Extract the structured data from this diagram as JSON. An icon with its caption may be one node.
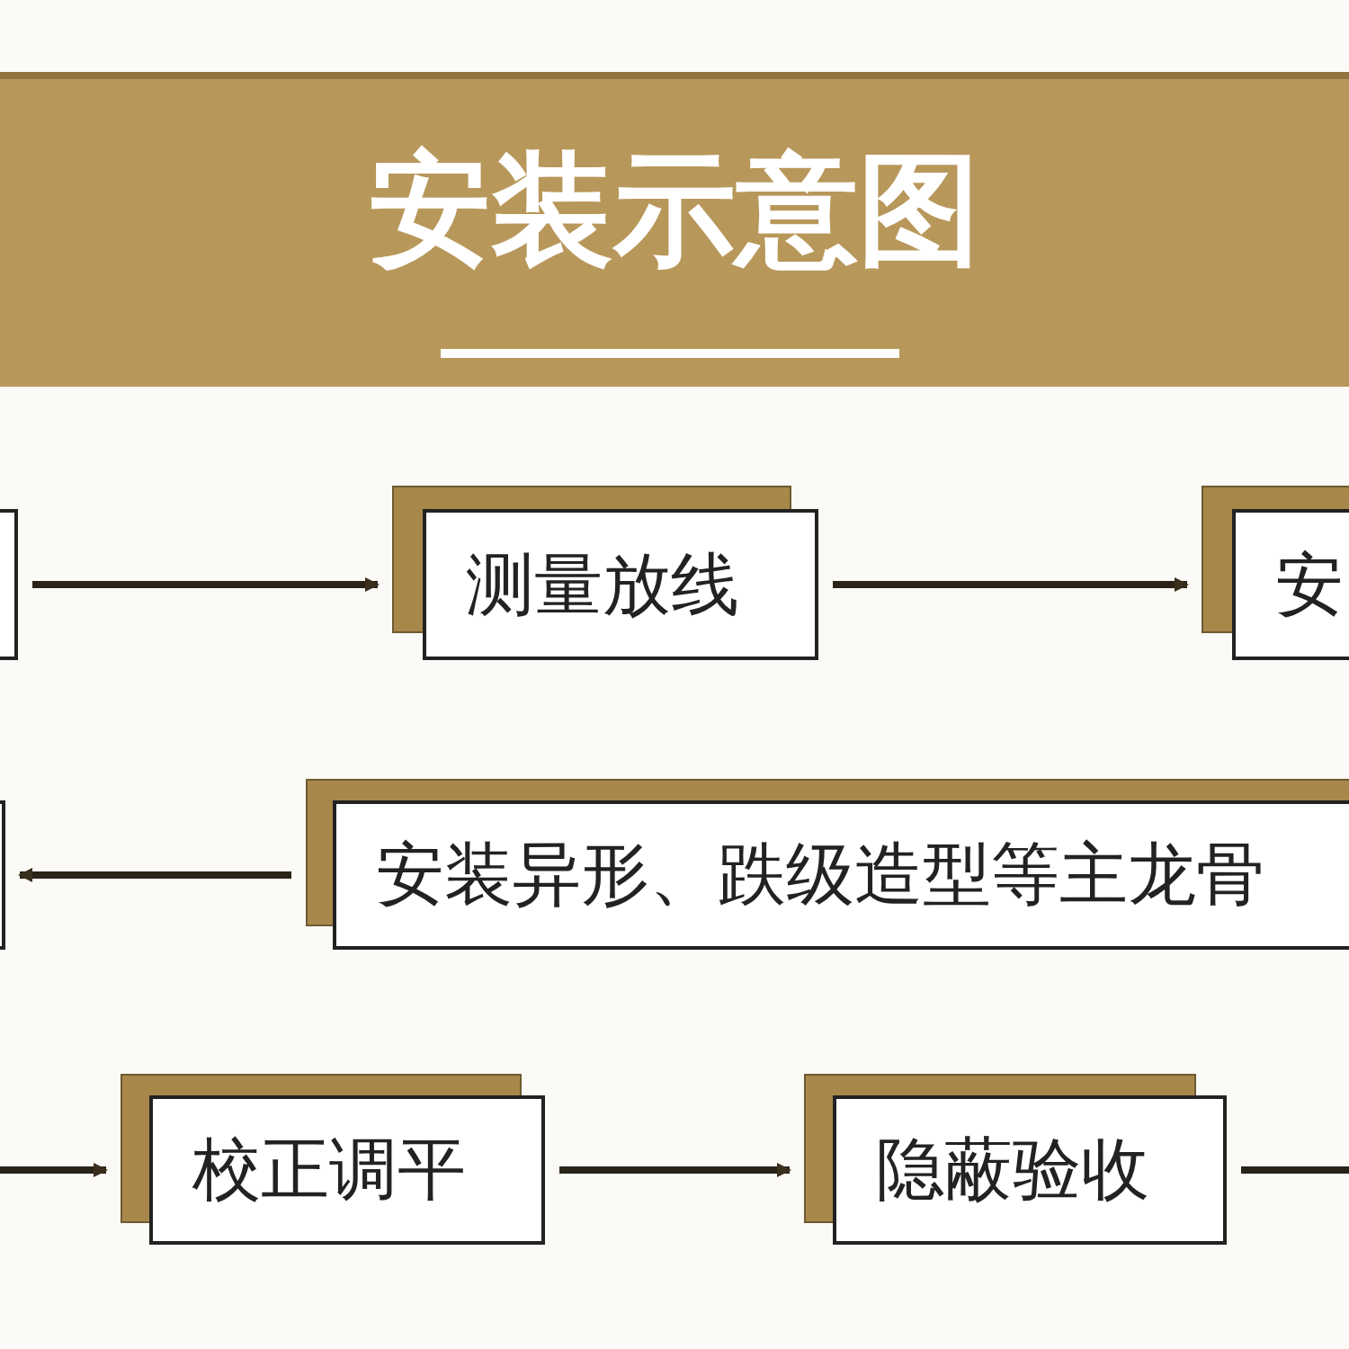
{
  "diagram": {
    "title": "安装示意图",
    "nodes": [
      {
        "text": [],
        "shape": "box"
      },
      {
        "text": [
          "测量放线"
        ]
      },
      {
        "text": [
          "安"
        ]
      },
      {
        "text": [
          "安装异形、跌级造型等主龙骨"
        ]
      },
      {
        "text": [],
        "shape": "box"
      },
      {
        "text": [
          "校正调平"
        ]
      },
      {
        "text": [
          "隐蔽验收"
        ]
      }
    ],
    "edges": [
      {
        "from": 0,
        "to": 1,
        "arrow": "to"
      },
      {
        "from": 1,
        "to": 2,
        "arrow": "to"
      },
      {
        "from": 3,
        "to": 4,
        "arrow": "to"
      },
      {
        "from": null,
        "to": 5,
        "arrow": "to"
      },
      {
        "from": 5,
        "to": 6,
        "arrow": "to"
      },
      {
        "from": 6,
        "to": null,
        "arrow": "none"
      }
    ]
  }
}
